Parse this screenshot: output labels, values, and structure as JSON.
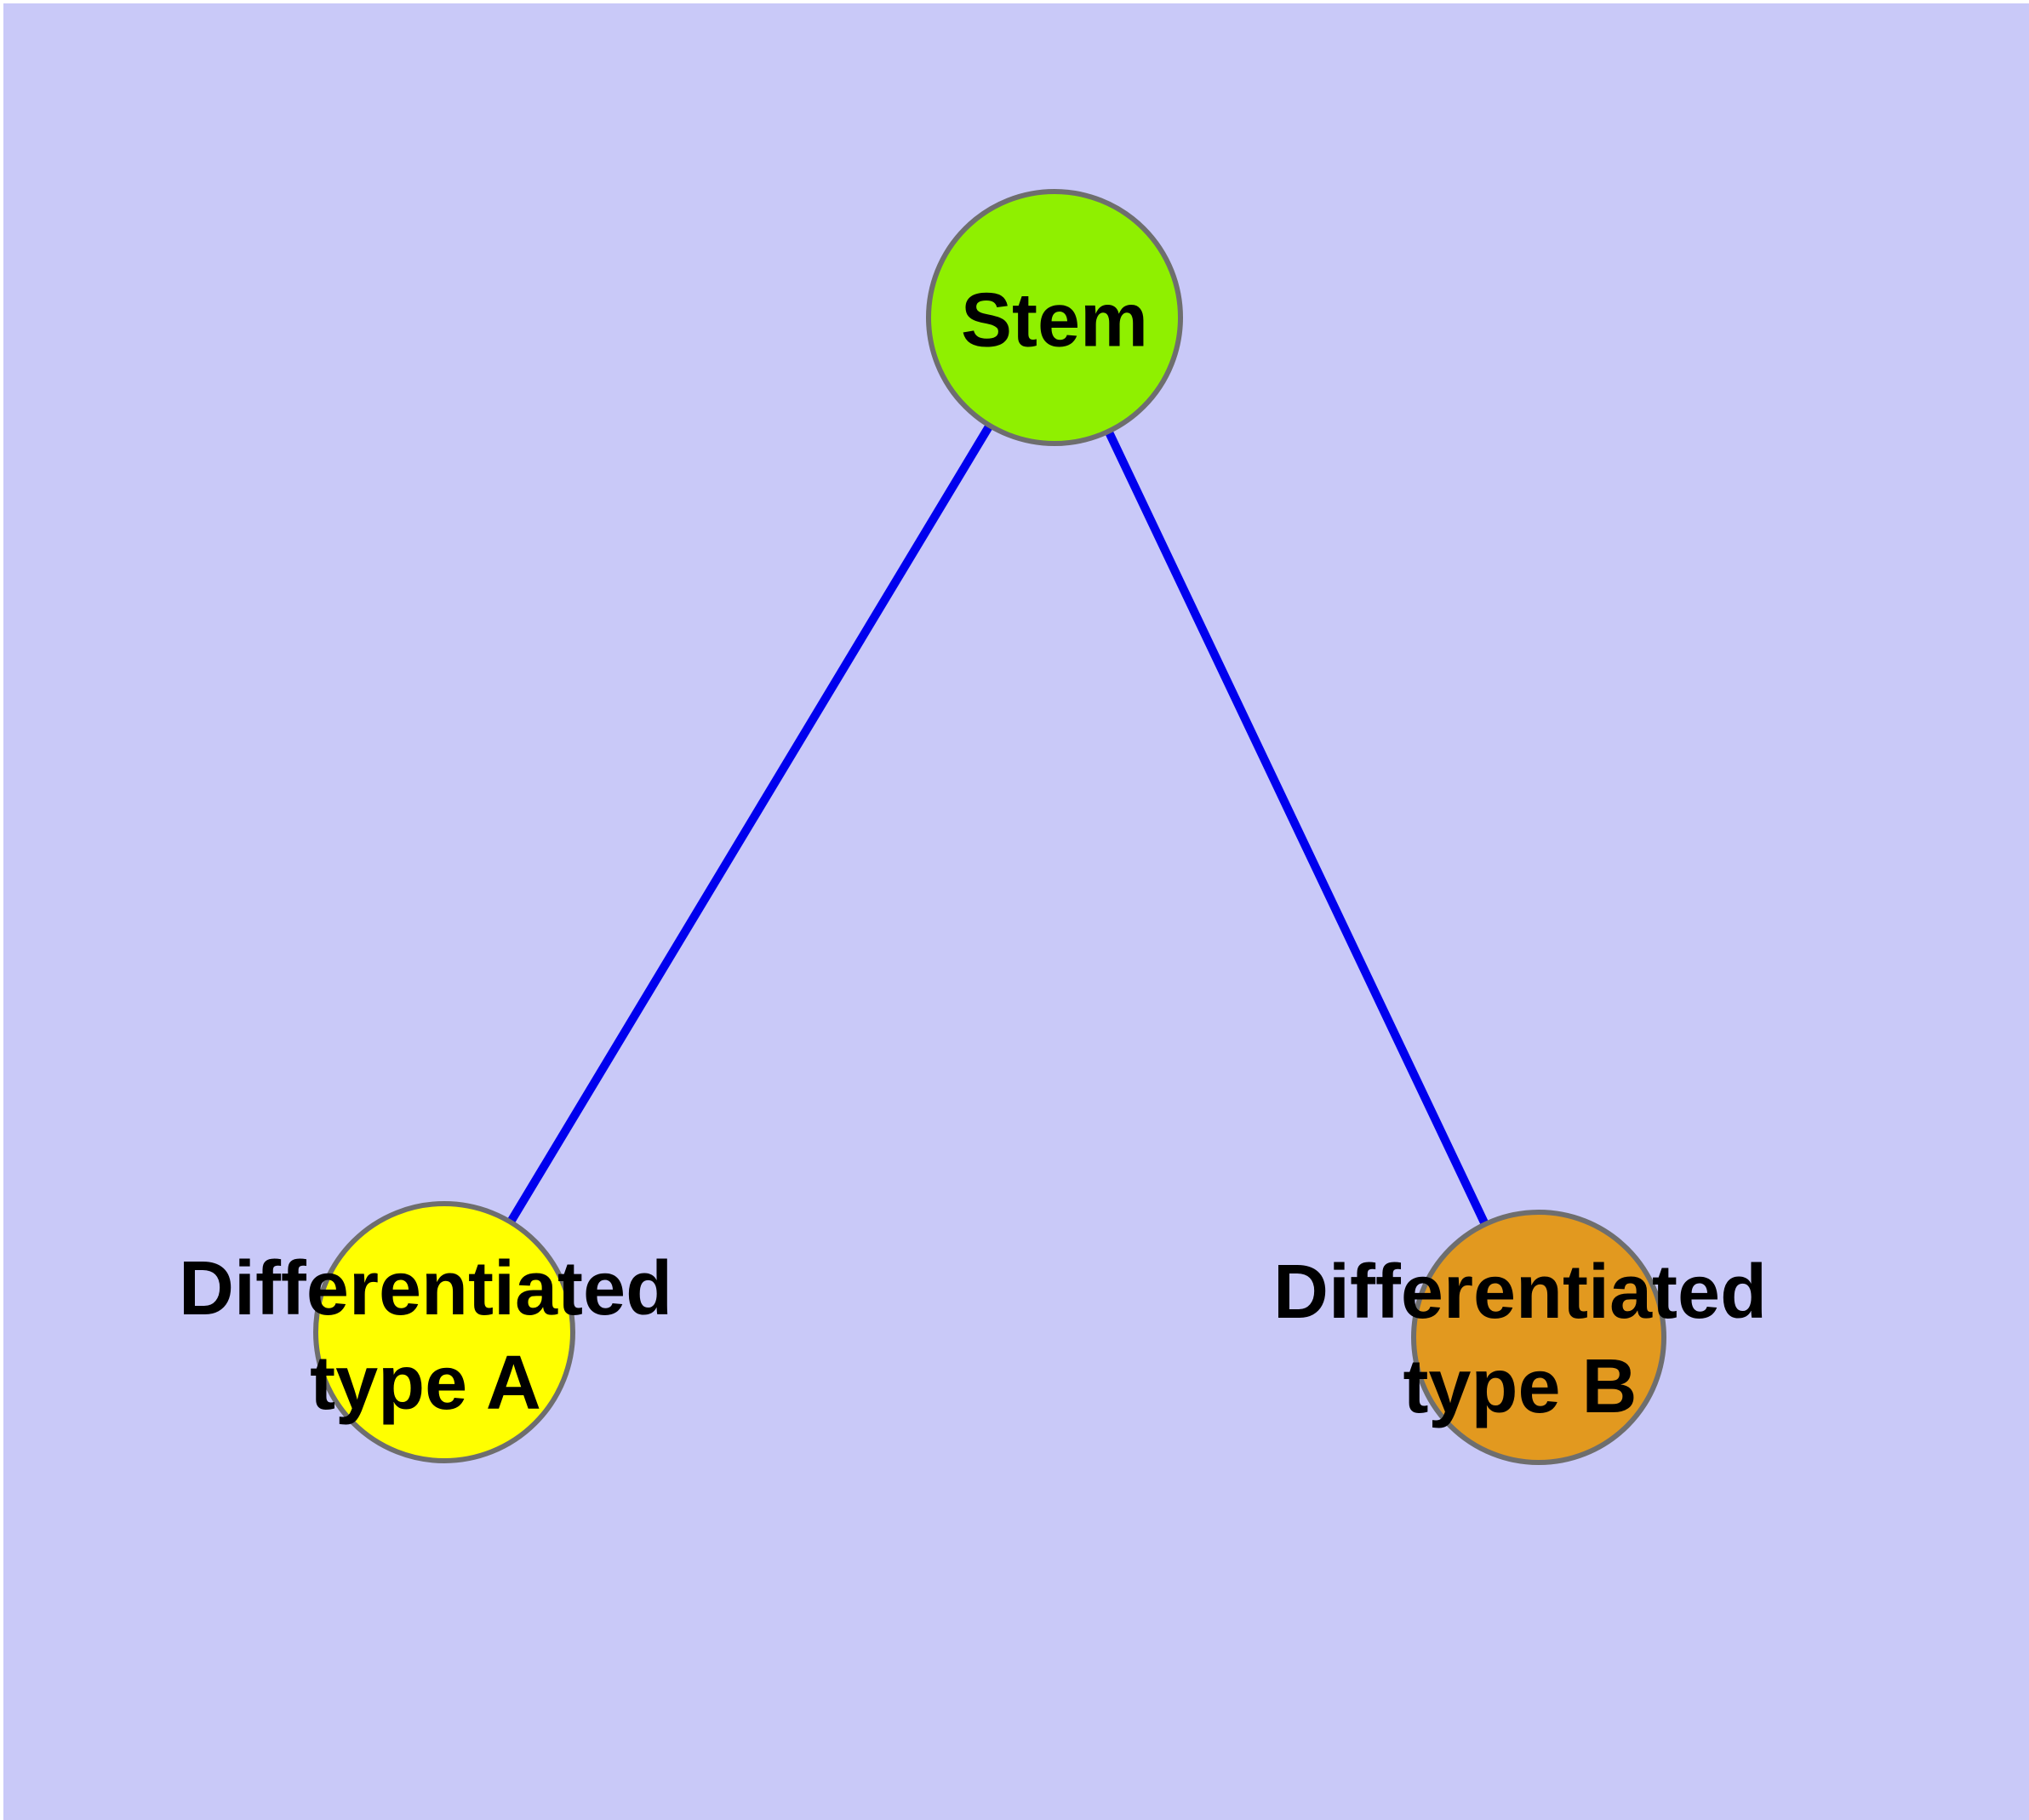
{
  "diagram": {
    "background_color": "#C9C9F8",
    "edge_color": "#0000EE",
    "node_border_color": "#6E6E6E",
    "nodes": [
      {
        "id": "stem",
        "label": "Stem",
        "color": "#8FF000"
      },
      {
        "id": "type-a",
        "label": "Differentiated\ntype A",
        "color": "#FFFF00"
      },
      {
        "id": "type-b",
        "label": "Differentiated\ntype B",
        "color": "#E2991F"
      }
    ],
    "edges": [
      {
        "from": "stem",
        "to": "type-a"
      },
      {
        "from": "stem",
        "to": "type-b"
      }
    ]
  }
}
